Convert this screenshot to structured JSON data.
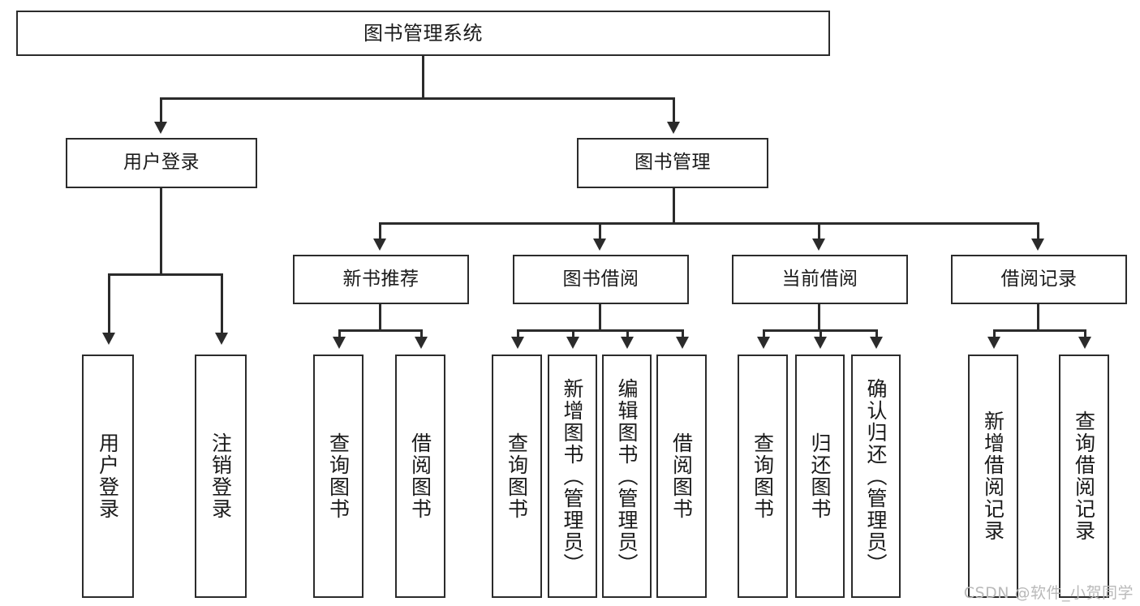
{
  "diagram": {
    "title": "图书管理系统",
    "type": "tree-hierarchy-chart",
    "root": {
      "id": "root",
      "label": "图书管理系统"
    },
    "level2": [
      {
        "id": "user-login",
        "label": "用户登录"
      },
      {
        "id": "book-manage",
        "label": "图书管理"
      }
    ],
    "level3": [
      {
        "id": "new-book-recommend",
        "label": "新书推荐"
      },
      {
        "id": "book-borrow",
        "label": "图书借阅"
      },
      {
        "id": "current-borrow",
        "label": "当前借阅"
      },
      {
        "id": "borrow-record",
        "label": "借阅记录"
      }
    ],
    "leaves": {
      "user_login": [
        {
          "id": "leaf-user-login",
          "label": "用户登录"
        },
        {
          "id": "leaf-logout",
          "label": "注销登录"
        }
      ],
      "new_book_recommend": [
        {
          "id": "leaf-query-book-1",
          "label": "查询图书"
        },
        {
          "id": "leaf-borrow-book-1",
          "label": "借阅图书"
        }
      ],
      "book_borrow": [
        {
          "id": "leaf-query-book-2",
          "label": "查询图书"
        },
        {
          "id": "leaf-add-book",
          "label": "新增图书（管理员）"
        },
        {
          "id": "leaf-edit-book",
          "label": "编辑图书（管理员）"
        },
        {
          "id": "leaf-borrow-book-2",
          "label": "借阅图书"
        }
      ],
      "current_borrow": [
        {
          "id": "leaf-query-book-3",
          "label": "查询图书"
        },
        {
          "id": "leaf-return-book",
          "label": "归还图书"
        },
        {
          "id": "leaf-confirm-return",
          "label": "确认归还（管理员）"
        }
      ],
      "borrow_record": [
        {
          "id": "leaf-add-record",
          "label": "新增借阅记录"
        },
        {
          "id": "leaf-query-record",
          "label": "查询借阅记录"
        }
      ]
    }
  },
  "watermark": {
    "text": "CSDN @软件_小贺同学"
  },
  "colors": {
    "stroke": "#2b2b2b",
    "fill": "#ffffff",
    "text": "#1a1a1a",
    "watermark": "#b9b9b9"
  }
}
